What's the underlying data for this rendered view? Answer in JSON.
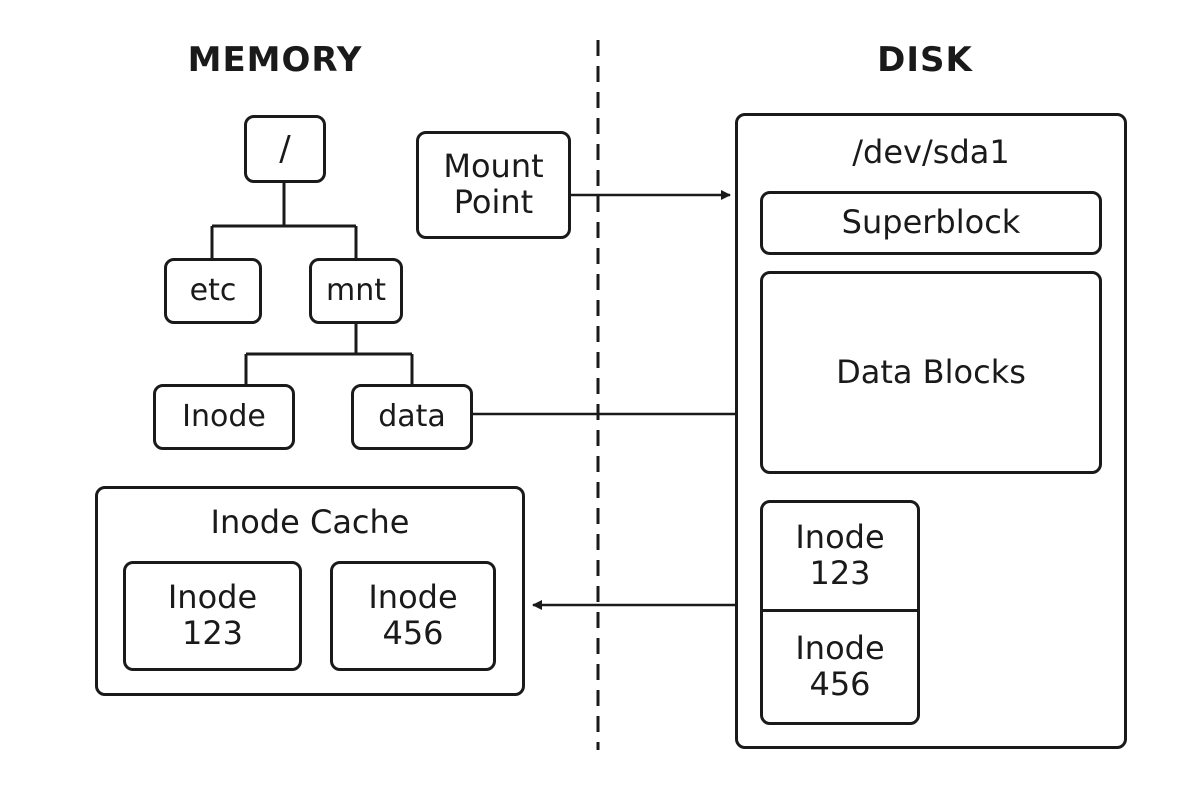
{
  "memory": {
    "heading": "MEMORY",
    "tree": {
      "root": "/",
      "etc": "etc",
      "mnt": "mnt",
      "inode": "Inode",
      "data": "data"
    },
    "mount_point": "Mount\nPoint",
    "inode_cache": {
      "title": "Inode Cache",
      "entries": [
        "Inode\n123",
        "Inode\n456"
      ]
    }
  },
  "disk": {
    "heading": "DISK",
    "device": "/dev/sda1",
    "superblock": "Superblock",
    "data_blocks": "Data Blocks",
    "inode_table": [
      "Inode\n123",
      "Inode\n456"
    ]
  },
  "colors": {
    "stroke": "#1a1a1a",
    "background": "#ffffff"
  }
}
